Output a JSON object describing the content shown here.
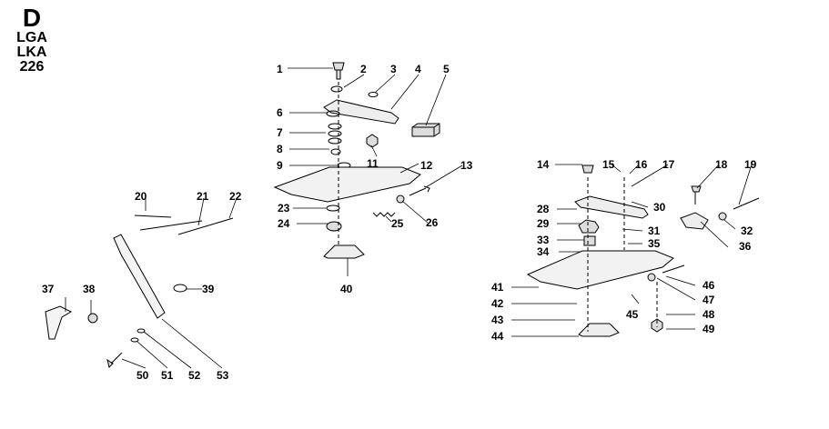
{
  "header": {
    "section": "D",
    "models": [
      "LGA",
      "LKA"
    ],
    "number": "226"
  },
  "callouts": [
    "1",
    "2",
    "3",
    "4",
    "5",
    "6",
    "7",
    "8",
    "9",
    "11",
    "12",
    "13",
    "14",
    "15",
    "16",
    "17",
    "18",
    "19",
    "20",
    "21",
    "22",
    "23",
    "24",
    "25",
    "26",
    "28",
    "29",
    "30",
    "31",
    "32",
    "33",
    "34",
    "35",
    "36",
    "37",
    "38",
    "39",
    "40",
    "41",
    "42",
    "43",
    "44",
    "45",
    "46",
    "47",
    "48",
    "49",
    "50",
    "51",
    "52",
    "53"
  ]
}
